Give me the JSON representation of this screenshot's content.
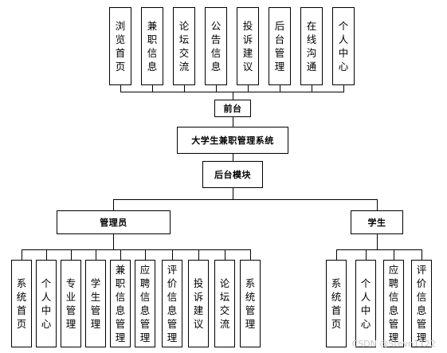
{
  "diagram": {
    "root": "大学生兼职管理系统",
    "frontend": {
      "label": "前台",
      "children": [
        "浏览首页",
        "兼职信息",
        "论坛交流",
        "公告信息",
        "投诉建议",
        "后台管理",
        "在线沟通",
        "个人中心"
      ]
    },
    "backend": {
      "label": "后台模块",
      "roles": [
        {
          "label": "管理员",
          "children": [
            "系统首页",
            "个人中心",
            "专业管理",
            "学生管理",
            "兼职信息管理",
            "应聘信息管理",
            "评价信息管理",
            "投诉建议",
            "论坛交流",
            "系统管理"
          ]
        },
        {
          "label": "学生",
          "children": [
            "系统首页",
            "个人中心",
            "应聘信息管理",
            "评价信息管理"
          ]
        }
      ]
    }
  },
  "watermark": "CSDN @Stevn1122"
}
